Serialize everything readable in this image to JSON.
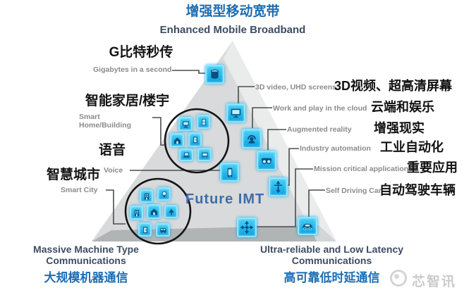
{
  "title": {
    "zh": "增强型移动宽带",
    "en": "Enhanced Mobile Broadband"
  },
  "center": {
    "label": "Future IMT"
  },
  "left_labels": [
    {
      "zh": "G比特秒传",
      "en": "Gigabytes in a second"
    },
    {
      "zh": "智能家居/楼宇",
      "en": "Smart Home/Building"
    },
    {
      "zh": "语音",
      "en": "Voice"
    },
    {
      "zh": "智慧城市",
      "en": "Smart City"
    }
  ],
  "right_labels": [
    {
      "en": "3D video, UHD screens",
      "zh": "3D视频、超高清屏幕"
    },
    {
      "en": "Work and play in the cloud",
      "zh": "云端和娱乐"
    },
    {
      "en": "Augmented reality",
      "zh": "增强现实"
    },
    {
      "en": "Industry automation",
      "zh": "工业自动化"
    },
    {
      "en": "Mission critical application",
      "zh": "重要应用"
    },
    {
      "en": "Self Driving Car",
      "zh": "自动驾驶车辆"
    }
  ],
  "bottom_left": {
    "en": "Massive Machine Type\nCommunications",
    "zh": "大规模机器通信"
  },
  "bottom_right": {
    "en": "Ultra-reliable and Low Latency\nCommunications",
    "zh": "高可靠低时延通信"
  },
  "watermark": {
    "text": "芯智讯"
  },
  "colors": {
    "accent_blue": "#1d6db2",
    "heading_dark": "#3d4c63",
    "icon_cyan": "#19b5ea",
    "icon_border": "#8fe6ff",
    "label_gray": "#8b8b8b",
    "triangle_gray": "#d9dadb",
    "triangle_base_band": "#b0b4b5",
    "connector": "#4d4d4d"
  },
  "icons": {
    "apex": "database-cylinder-icon",
    "uhd_screens": "monitor-icon",
    "cloud_work_play": "cloud-user-icon",
    "augmented_reality": "ar-goggles-icon",
    "voice": "smartphone-icon",
    "industry_automation": "automation-signal-icon",
    "mission_critical": "crossroads-icon",
    "self_driving": "car-icon",
    "smart_home_cluster": [
      "monitor",
      "appliance",
      "house",
      "door",
      "laptop",
      "tv"
    ],
    "smart_city_cluster": [
      "building",
      "bulb",
      "office",
      "house",
      "tree",
      "door",
      "bus"
    ]
  }
}
